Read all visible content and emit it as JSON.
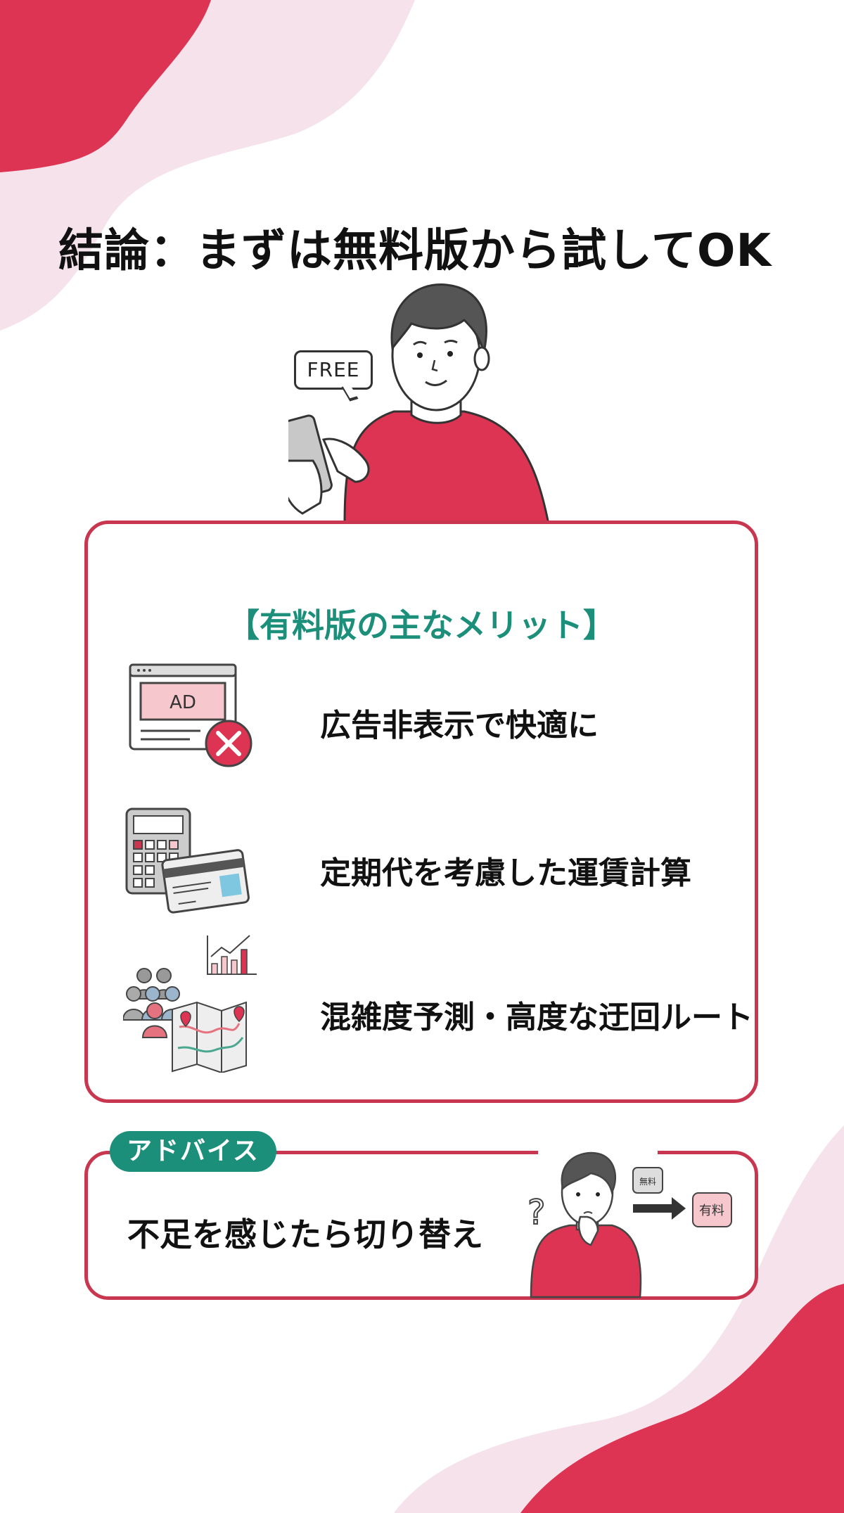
{
  "title": "結論：まずは無料版から試してOK",
  "hero": {
    "speech_bubble": "FREE"
  },
  "merits": {
    "heading": "【有料版の主なメリット】",
    "items": [
      {
        "icon": "ad-block-icon",
        "label": "広告非表示で快適に"
      },
      {
        "icon": "calculator-pass-icon",
        "label": "定期代を考慮した運賃計算"
      },
      {
        "icon": "crowd-map-icon",
        "label": "混雑度予測・高度な迂回ルート"
      }
    ]
  },
  "advice": {
    "badge": "アドバイス",
    "text": "不足を感じたら切り替え",
    "from_label": "無料",
    "to_label": "有料"
  },
  "colors": {
    "accent_red": "#dc3452",
    "border_red": "#c8374f",
    "pink_light": "#f5e2ea",
    "teal": "#1c8f7b"
  }
}
